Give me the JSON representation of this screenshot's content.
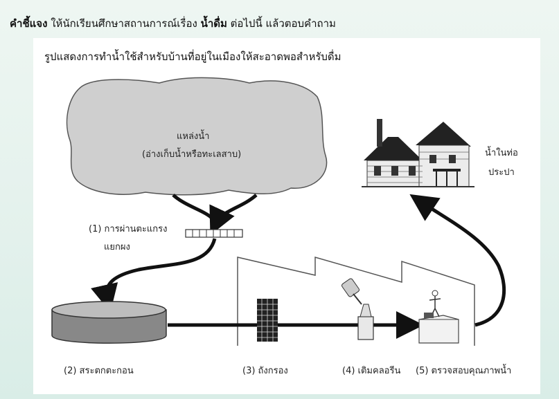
{
  "instruction": {
    "label": "คำชี้แจง",
    "text_before": " ให้นักเรียนศึกษาสถานการณ์เรื่อง ",
    "topic": "น้ำดื่ม",
    "text_after": " ต่อไปนี้ แล้วตอบคำถาม"
  },
  "diagram": {
    "title": "รูปแสดงการทำน้ำใช้สำหรับบ้านที่อยู่ในเมืองให้สะอาดพอสำหรับดื่ม",
    "water_source_line1": "แหล่งน้ำ",
    "water_source_line2": "(อ่างเก็บน้ำหรือทะเลสาบ)",
    "step1_line1": "(1) การผ่านตะแกรง",
    "step1_line2": "แยกผง",
    "step2": "(2) สระตกตะกอน",
    "step3": "(3) ถังกรอง",
    "step4": "(4) เติมคลอรีน",
    "step5": "(5) ตรวจสอบคุณภาพน้ำ",
    "tap_line1": "น้ำในท่อ",
    "tap_line2": "ประปา"
  }
}
